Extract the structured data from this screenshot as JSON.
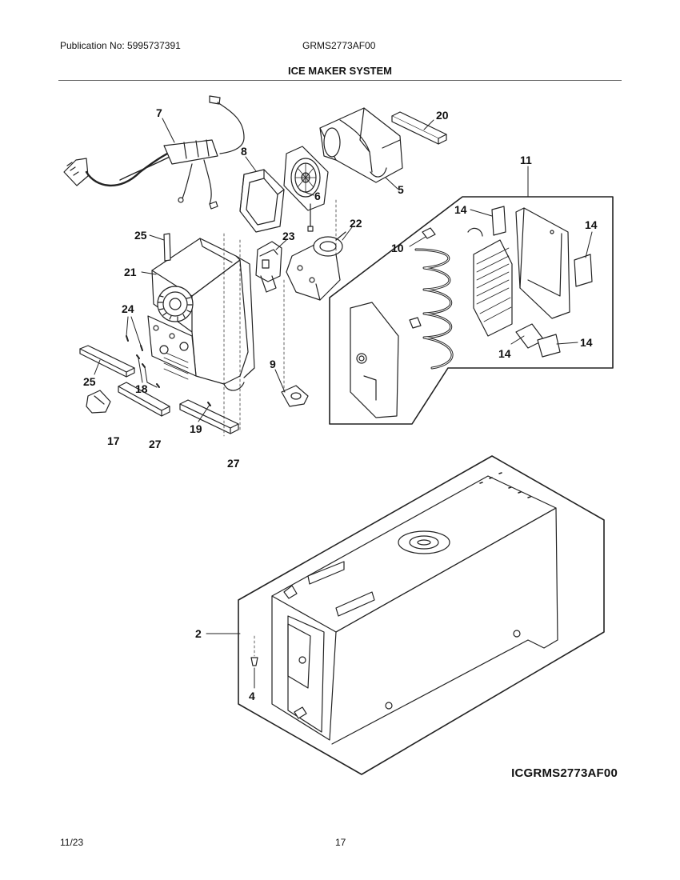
{
  "header": {
    "publication": "Publication No: 5995737391",
    "model": "GRMS2773AF00",
    "section_title": "ICE MAKER SYSTEM"
  },
  "diagram": {
    "drawing_id": "ICGRMS2773AF00",
    "callouts": [
      "7",
      "20",
      "8",
      "6",
      "5",
      "11",
      "14",
      "14",
      "25",
      "23",
      "22",
      "10",
      "21",
      "24",
      "14",
      "14",
      "25",
      "18",
      "9",
      "17",
      "27",
      "19",
      "27",
      "2",
      "4"
    ]
  },
  "footer": {
    "date": "11/23",
    "page": "17"
  }
}
